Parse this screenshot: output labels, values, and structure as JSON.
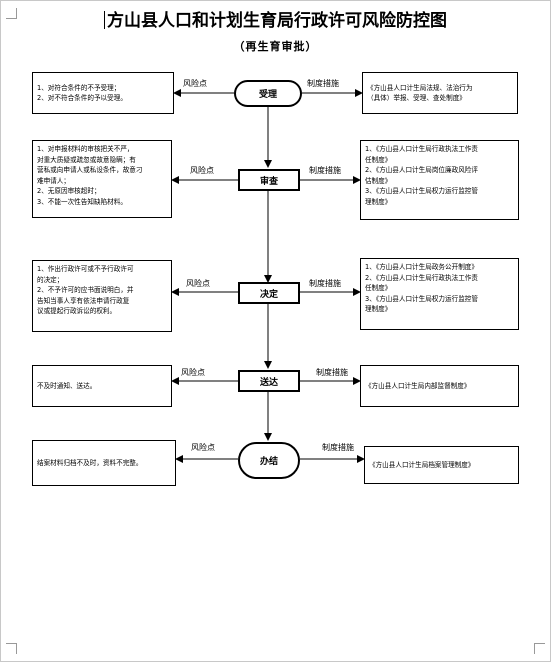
{
  "title": "方山县人口和计划生育局行政许可风险防控图",
  "subtitle": "（再生育审批）",
  "edge_labels": {
    "risk": "风险点",
    "measure": "制度措施"
  },
  "steps": [
    {
      "label": "受理",
      "risk": [
        "1、对符合条件的不予受理；",
        "2、对不符合条件的予以受理。"
      ],
      "measure": [
        "《方山县人口计生局法规、法治行为",
        "（具体）举报、受理、查处制度》"
      ]
    },
    {
      "label": "审查",
      "risk": [
        "1、对申报材料的审核把关不严，",
        "对重大质疑或疏忽或故意隐瞒；有",
        "营私或向申请人或私设条件，故意刁",
        "难申请人；",
        "2、无原因审核超时；",
        "3、不能一次性告知缺陷材料。"
      ],
      "measure": [
        "1、《方山县人口计生局行政执法工作责",
        "任制度》",
        "2、《方山县人口计生局岗位廉政风险评",
        "估制度》",
        "3、《方山县人口计生局权力运行监控管",
        "理制度》"
      ]
    },
    {
      "label": "决定",
      "risk": [
        "1、作出行政许可或不予行政许可",
        "的决定；",
        "2、不予许可的应书面说明白，并",
        "告知当事人享有依法申请行政复",
        "议或提起行政诉讼的权利。"
      ],
      "measure": [
        "1、《方山县人口计生局政务公开制度》",
        "2、《方山县人口计生局行政执法工作责",
        "任制度》",
        "3、《方山县人口计生局权力运行监控管",
        "理制度》"
      ]
    },
    {
      "label": "送达",
      "risk": [
        "不及时通知、送达。"
      ],
      "measure": [
        "《方山县人口计生局内部监督制度》"
      ]
    },
    {
      "label": "办结",
      "risk": [
        "结案材料归档不及时，资料不完整。"
      ],
      "measure": [
        "《方山县人口计生局档案管理制度》"
      ]
    }
  ]
}
